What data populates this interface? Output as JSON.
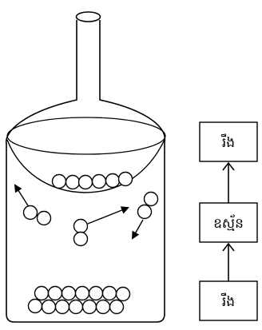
{
  "boxes": {
    "top_label": "រឹង",
    "middle_label": "ឧស្ម័ន",
    "bottom_label": "រឹង"
  }
}
